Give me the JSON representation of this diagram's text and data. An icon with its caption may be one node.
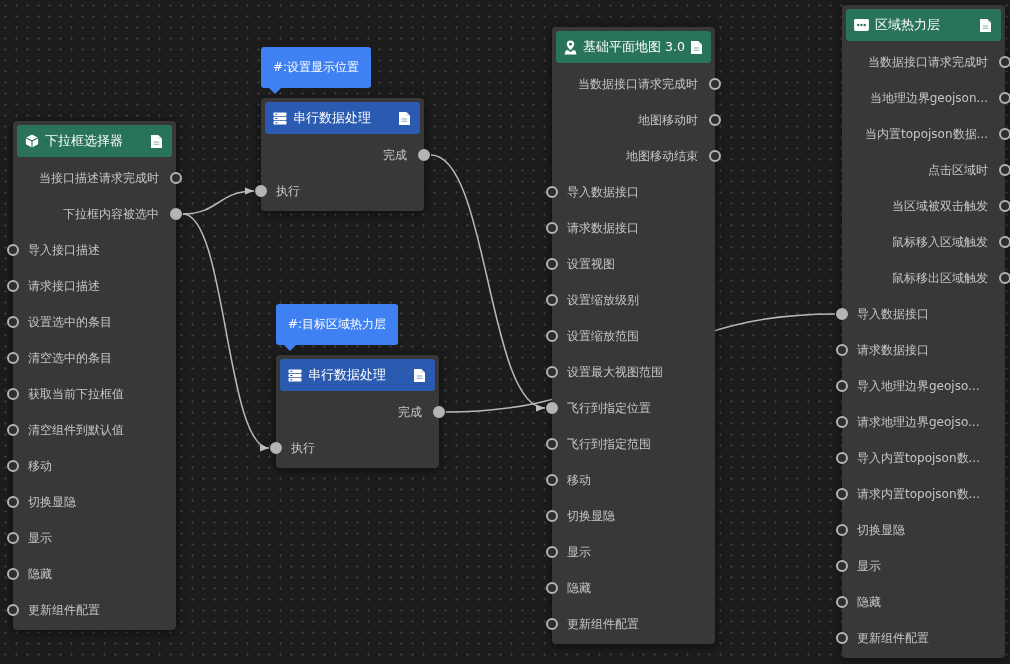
{
  "diagram": {
    "nodes": [
      {
        "text": [
          "下拉框选择器"
        ]
      },
      {
        "text": [
          "当接口描述请求完成时"
        ],
        "in": 0
      },
      {
        "text": [
          "下拉框内容被选中"
        ],
        "in": 0
      },
      {
        "text": [
          "导入接口描述"
        ],
        "in": 0
      },
      {
        "text": [
          "请求接口描述"
        ],
        "in": 0
      },
      {
        "text": [
          "设置选中的条目"
        ],
        "in": 0
      },
      {
        "text": [
          "清空选中的条目"
        ],
        "in": 0
      },
      {
        "text": [
          "获取当前下拉框值"
        ],
        "in": 0
      },
      {
        "text": [
          "清空组件到默认值"
        ],
        "in": 0
      },
      {
        "text": [
          "移动"
        ],
        "in": 0
      },
      {
        "text": [
          "切换显隐"
        ],
        "in": 0
      },
      {
        "text": [
          "显示"
        ],
        "in": 0
      },
      {
        "text": [
          "隐藏"
        ],
        "in": 0
      },
      {
        "text": [
          "更新组件配置"
        ],
        "in": 0
      },
      {
        "text": [
          "#:设置显示位置"
        ]
      },
      {
        "text": [
          "串行数据处理"
        ]
      },
      {
        "text": [
          "完成"
        ],
        "in": 15
      },
      {
        "text": [
          "执行"
        ],
        "in": 15
      },
      {
        "text": [
          "#:目标区域热力层"
        ]
      },
      {
        "text": [
          "串行数据处理"
        ]
      },
      {
        "text": [
          "完成"
        ],
        "in": 19
      },
      {
        "text": [
          "执行"
        ],
        "in": 19
      },
      {
        "text": [
          "基础平面地图 3.0"
        ]
      },
      {
        "text": [
          "当数据接口请求完成时"
        ],
        "in": 22
      },
      {
        "text": [
          "地图移动时"
        ],
        "in": 22
      },
      {
        "text": [
          "地图移动结束"
        ],
        "in": 22
      },
      {
        "text": [
          "导入数据接口"
        ],
        "in": 22
      },
      {
        "text": [
          "请求数据接口"
        ],
        "in": 22
      },
      {
        "text": [
          "设置视图"
        ],
        "in": 22
      },
      {
        "text": [
          "设置缩放级别"
        ],
        "in": 22
      },
      {
        "text": [
          "设置缩放范围"
        ],
        "in": 22
      },
      {
        "text": [
          "设置最大视图范围"
        ],
        "in": 22
      },
      {
        "text": [
          "飞行到指定位置"
        ],
        "in": 22
      },
      {
        "text": [
          "飞行到指定范围"
        ],
        "in": 22
      },
      {
        "text": [
          "移动"
        ],
        "in": 22
      },
      {
        "text": [
          "切换显隐"
        ],
        "in": 22
      },
      {
        "text": [
          "显示"
        ],
        "in": 22
      },
      {
        "text": [
          "隐藏"
        ],
        "in": 22
      },
      {
        "text": [
          "更新组件配置"
        ],
        "in": 22
      },
      {
        "text": [
          "区域热力层"
        ]
      },
      {
        "text": [
          "当数据接口请求完成时"
        ],
        "in": 39
      },
      {
        "text": [
          "当地理边界geojson..."
        ],
        "in": 39
      },
      {
        "text": [
          "当内置topojson数据..."
        ],
        "in": 39
      },
      {
        "text": [
          "点击区域时"
        ],
        "in": 39
      },
      {
        "text": [
          "当区域被双击触发"
        ],
        "in": 39
      },
      {
        "text": [
          "鼠标移入区域触发"
        ],
        "in": 39
      },
      {
        "text": [
          "鼠标移出区域触发"
        ],
        "in": 39
      },
      {
        "text": [
          "导入数据接口"
        ],
        "in": 39
      },
      {
        "text": [
          "请求数据接口"
        ],
        "in": 39
      },
      {
        "text": [
          "导入地理边界geojso..."
        ],
        "in": 39
      },
      {
        "text": [
          "请求地理边界geojso..."
        ],
        "in": 39
      },
      {
        "text": [
          "导入内置topojson数..."
        ],
        "in": 39
      },
      {
        "text": [
          "请求内置topojson数..."
        ],
        "in": 39
      },
      {
        "text": [
          "切换显隐"
        ],
        "in": 39
      },
      {
        "text": [
          "显示"
        ],
        "in": 39
      },
      {
        "text": [
          "隐藏"
        ],
        "in": 39
      },
      {
        "text": [
          "更新组件配置"
        ],
        "in": 39
      }
    ],
    "edges": [
      {
        "from": 2,
        "to": 17,
        "arrow": "to"
      },
      {
        "from": 2,
        "to": 21,
        "arrow": "to"
      },
      {
        "from": 16,
        "to": 32,
        "arrow": "to"
      },
      {
        "from": 20,
        "to": 47,
        "arrow": "none"
      }
    ]
  }
}
